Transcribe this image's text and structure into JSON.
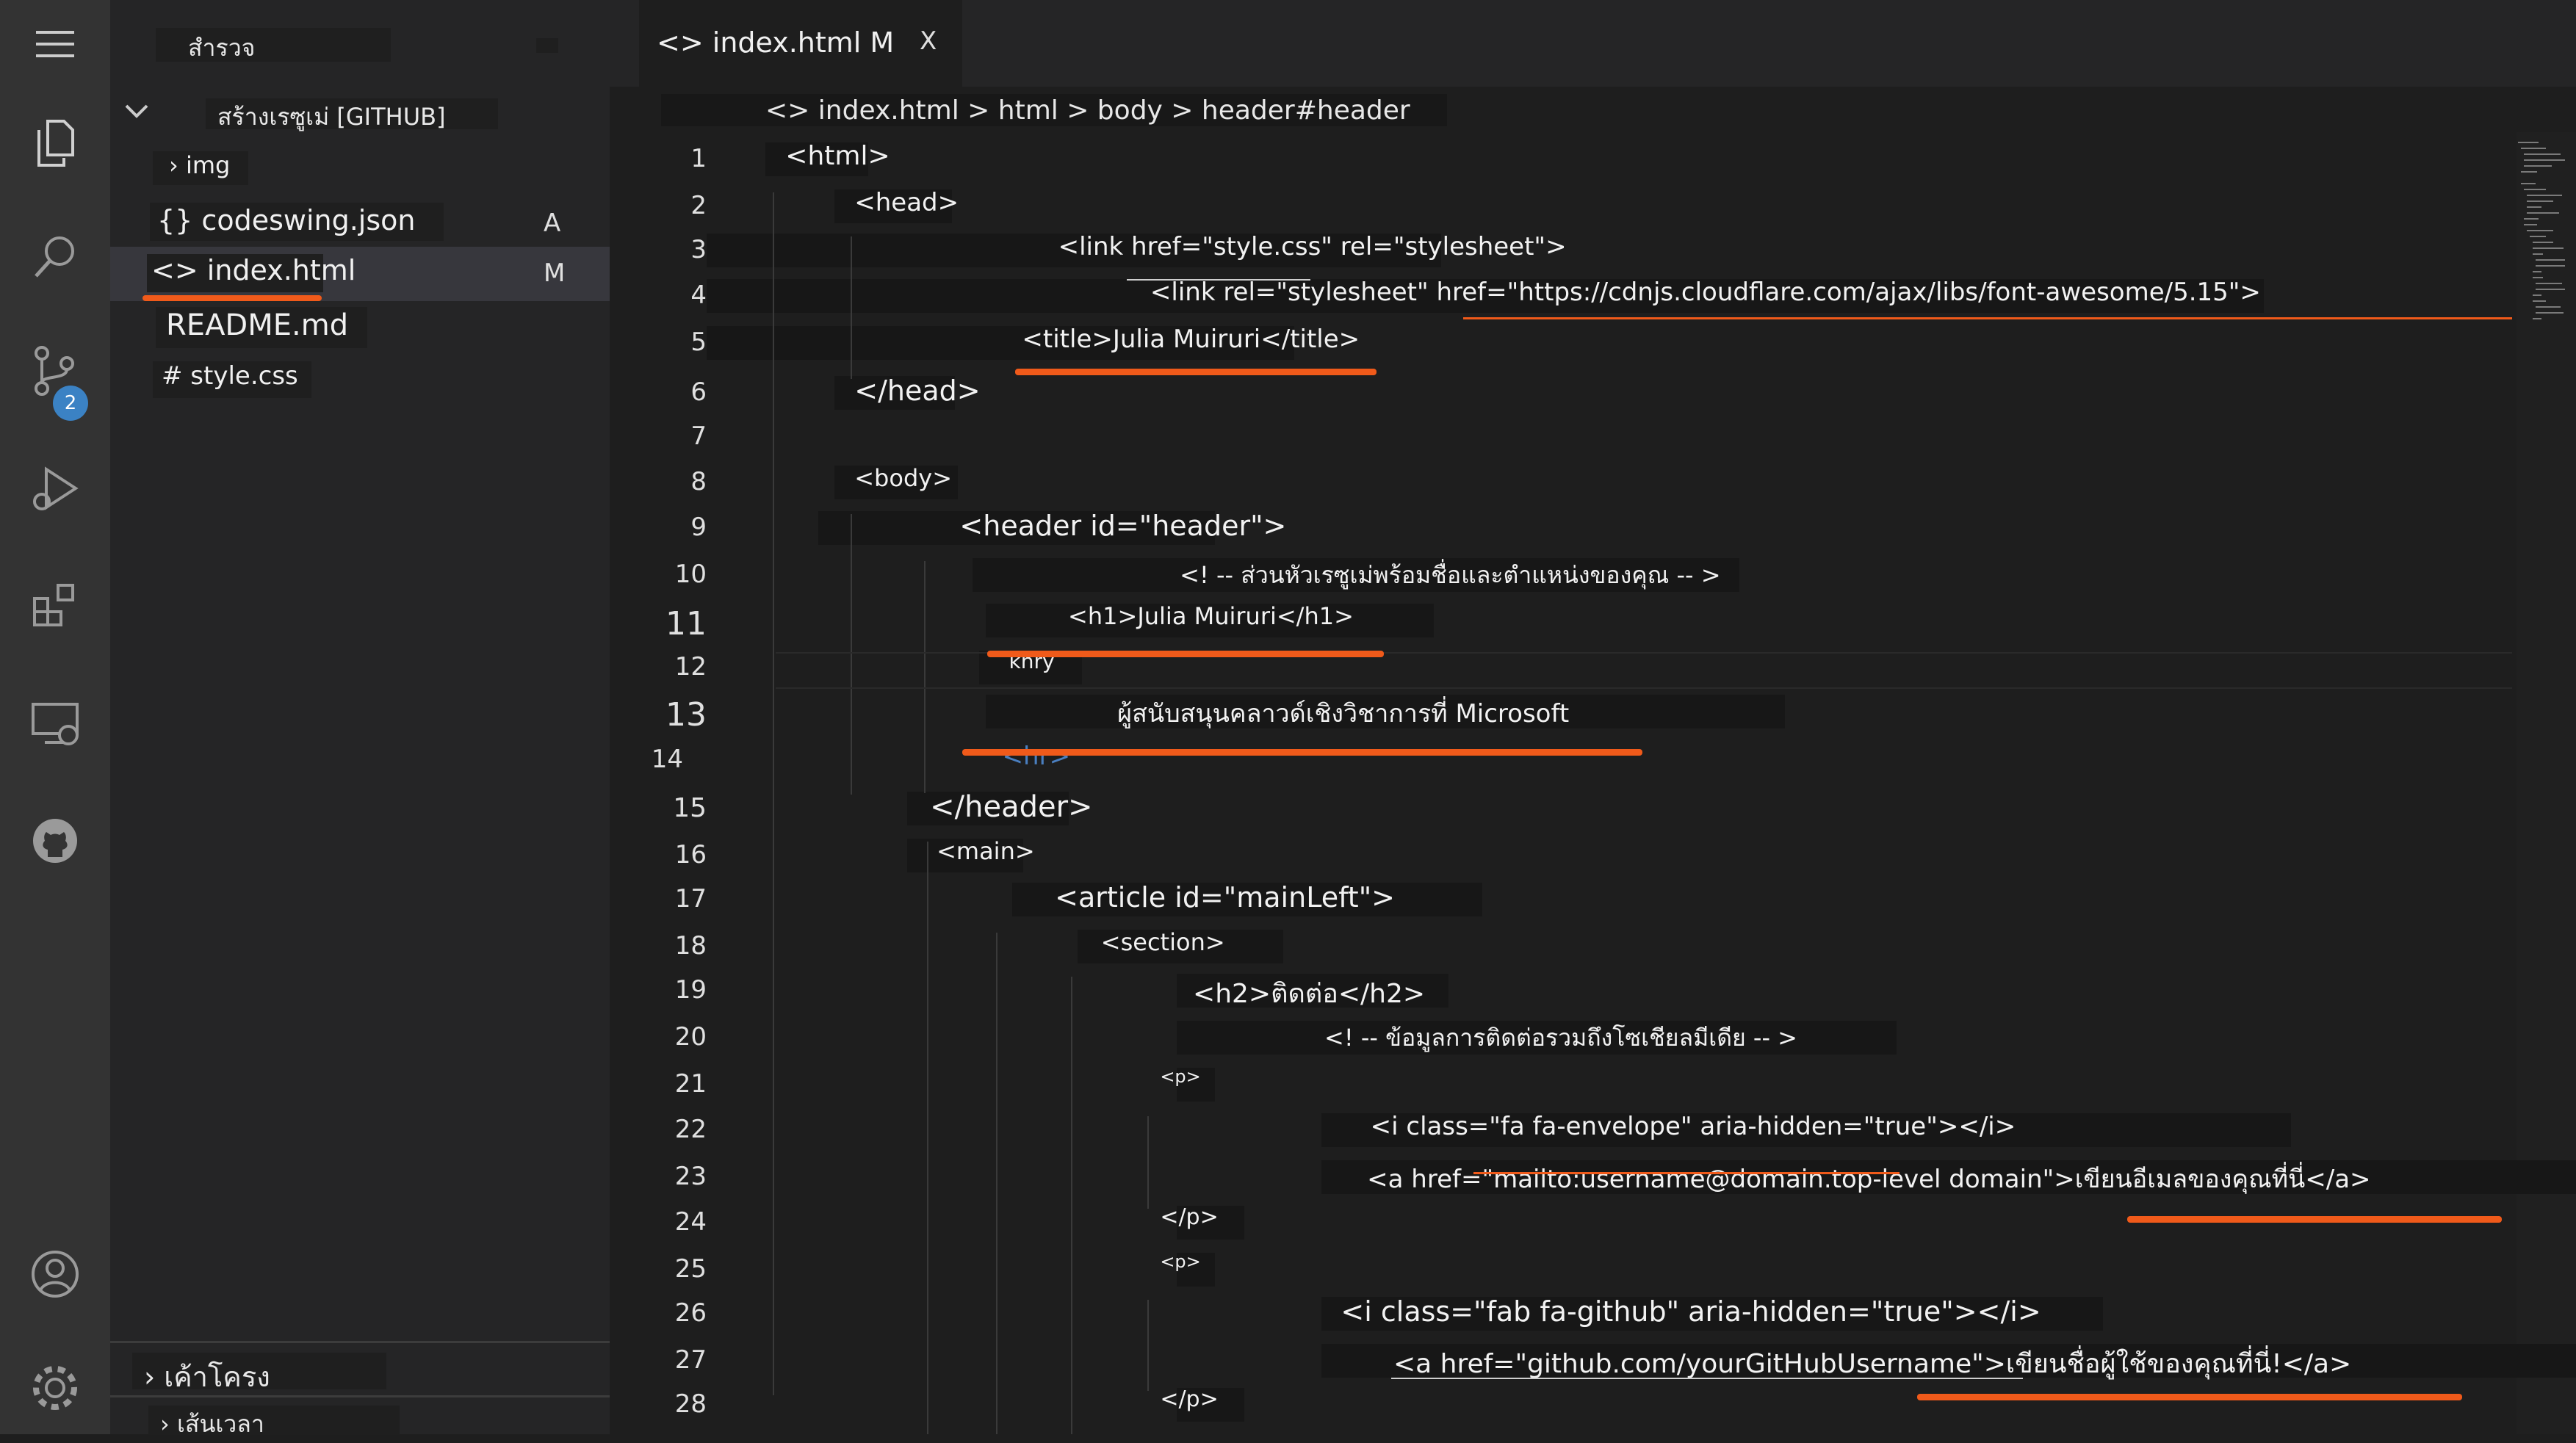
{
  "sidebar": {
    "header": "สำรวจ",
    "folder": "สร้างเรซูเม่ [GITHUB]",
    "items": [
      {
        "name": "› img",
        "status": ""
      },
      {
        "name": "{} codeswing.json",
        "status": "A"
      },
      {
        "name": "<> index.html",
        "status": "M"
      },
      {
        "name": "README.md",
        "status": ""
      },
      {
        "name": "# style.css",
        "status": ""
      }
    ],
    "outline": "› เค้าโครง",
    "timeline": "› เส้นเวลา"
  },
  "activity": {
    "badge": "2",
    "icons": [
      "menu-icon",
      "explorer-icon",
      "search-icon",
      "source-control-icon",
      "run-debug-icon",
      "extensions-icon",
      "remote-explorer-icon",
      "github-icon",
      "account-icon",
      "settings-gear-icon"
    ]
  },
  "tab": {
    "label": "<> index.html M",
    "close": "X"
  },
  "breadcrumb": "<> index.html > html > body > header#header",
  "lines": [
    {
      "n": "1",
      "text": "<html>"
    },
    {
      "n": "2",
      "text": "<head>"
    },
    {
      "n": "3",
      "text": "<link href=\"style.css\" rel=\"stylesheet\">"
    },
    {
      "n": "4",
      "text": "<link rel=\"stylesheet\" href=\"https://cdnjs.cloudflare.com/ajax/libs/font-awesome/5.15\">"
    },
    {
      "n": "5",
      "text": "<title>Julia Muiruri</title>"
    },
    {
      "n": "6",
      "text": "</head>"
    },
    {
      "n": "7",
      "text": ""
    },
    {
      "n": "8",
      "text": "<body>"
    },
    {
      "n": "9",
      "text": "<header id=\"header\">"
    },
    {
      "n": "10",
      "text": "<! -- ส่วนหัวเรซูเม่พร้อมชื่อและตำแหน่งของคุณ -- >"
    },
    {
      "n": "11",
      "text": "<h1>Julia Muiruri</h1>"
    },
    {
      "n": "12",
      "text": "khry"
    },
    {
      "n": "13",
      "text": "ผู้สนับสนุนคลาวด์เชิงวิชาการที่ Microsoft"
    },
    {
      "n": "14",
      "text": "<hr>"
    },
    {
      "n": "15",
      "text": "</header>"
    },
    {
      "n": "16",
      "text": "<main>"
    },
    {
      "n": "17",
      "text": "<article id=\"mainLeft\">"
    },
    {
      "n": "18",
      "text": "<section>"
    },
    {
      "n": "19",
      "text": "<h2>ติดต่อ</h2>"
    },
    {
      "n": "20",
      "text": "<! -- ข้อมูลการติดต่อรวมถึงโซเชียลมีเดีย -- >"
    },
    {
      "n": "21",
      "text": "<p>"
    },
    {
      "n": "22",
      "text": "<i class=\"fa fa-envelope\" aria-hidden=\"true\"></i>"
    },
    {
      "n": "23",
      "text": "<a href=\"mailto:username@domain.top-level domain\">เขียนอีเมลของคุณที่นี่</a>"
    },
    {
      "n": "24",
      "text": "</p>"
    },
    {
      "n": "25",
      "text": "<p>"
    },
    {
      "n": "26",
      "text": "<i class=\"fab fa-github\" aria-hidden=\"true\"></i>"
    },
    {
      "n": "27",
      "text": "<a href=\"github.com/yourGitHubUsername\">เขียนชื่อผู้ใช้ของคุณที่นี่!</a>"
    },
    {
      "n": "28",
      "text": "</p>"
    }
  ],
  "colors": {
    "accent_underline": "#f05a1a",
    "badge": "#3b82c4",
    "editor_bg": "#1e1e1e"
  }
}
